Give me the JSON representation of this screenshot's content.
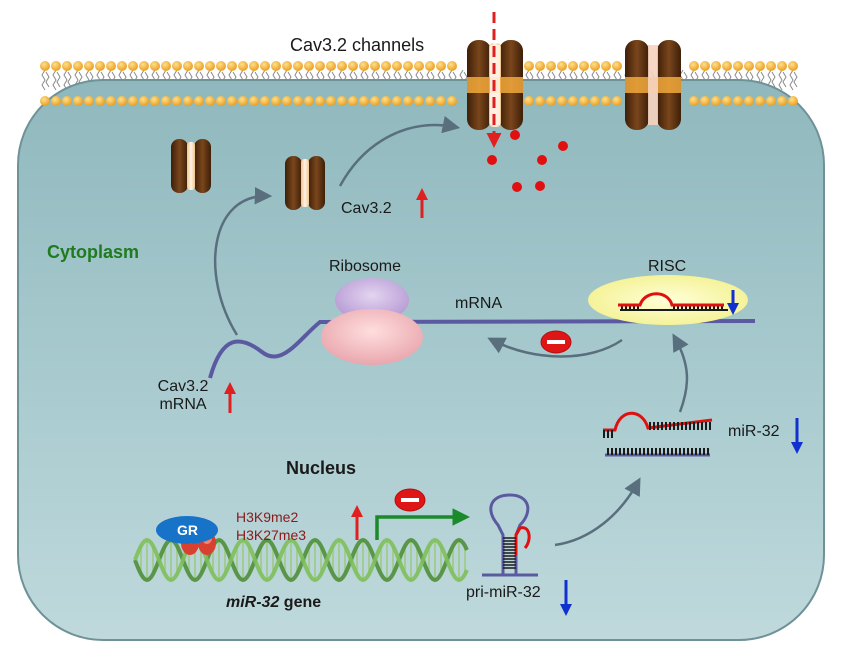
{
  "labels": {
    "channels": "Cav3.2 channels",
    "cav32_protein": "Cav3.2",
    "cytoplasm": "Cytoplasm",
    "ribosome": "Ribosome",
    "mrna": "mRNA",
    "risc": "RISC",
    "cav32_mrna_line1": "Cav3.2",
    "cav32_mrna_line2": "mRNA",
    "mir32": "miR-32",
    "nucleus": "Nucleus",
    "gr": "GR",
    "h3k9me2": "H3K9me2",
    "h3k27me3": "H3K27me3",
    "gene_italic": "miR-32",
    "gene_suffix": " gene",
    "pri_mir32": "pri-miR-32"
  },
  "colors": {
    "cell_fill": "#a8c9cd",
    "membrane_bead": "#f0b030",
    "channel": "#6b3a14",
    "arrow": "#5a6f7d",
    "up_arrow": "#e02020",
    "down_arrow": "#1030d0",
    "inhibit": "#e02020",
    "promoter_arrow": "#1a8a2a",
    "rna_strand": "#5a5a9a",
    "ion": "#e01010"
  }
}
